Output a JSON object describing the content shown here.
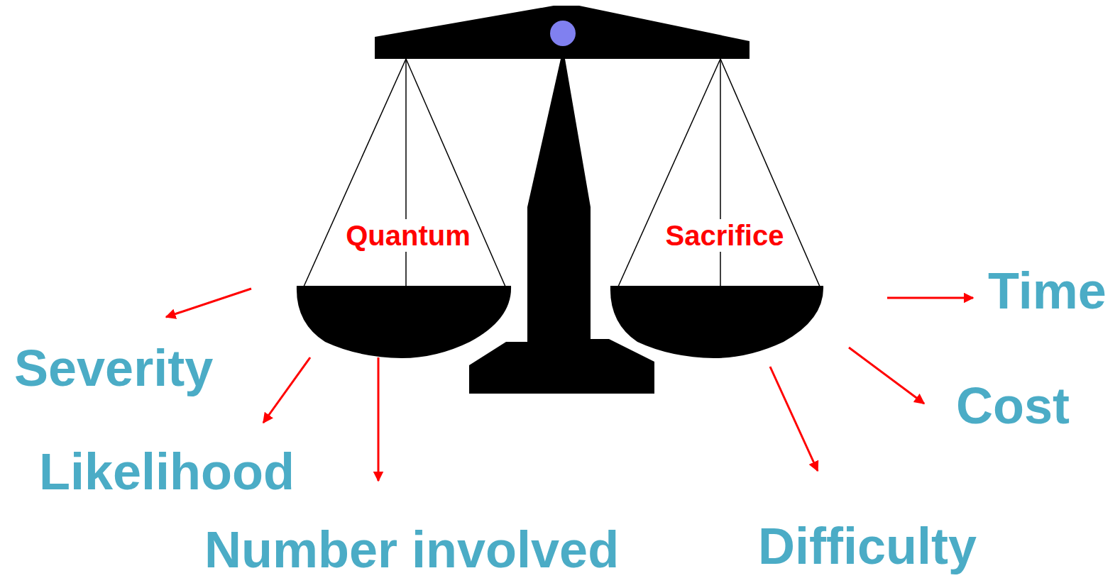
{
  "diagram": {
    "nodes": [
      {
        "text": [
          "Quantum"
        ]
      },
      {
        "text": [
          "Sacrifice"
        ]
      }
    ],
    "labels": [
      "Severity",
      "Likelihood",
      "Number involved",
      "Time",
      "Cost",
      "Difficulty"
    ]
  }
}
